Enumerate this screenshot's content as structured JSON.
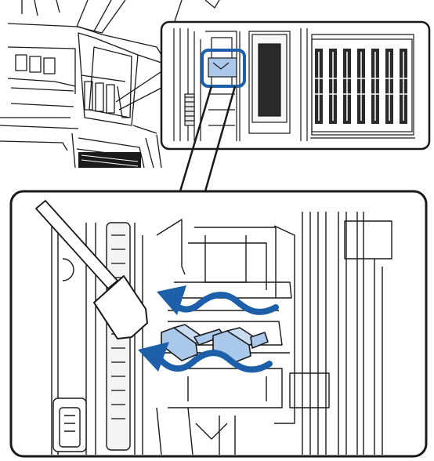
{
  "figure": {
    "kind": "printer maintenance illustration",
    "palette": {
      "line": "#1a1a1a",
      "accent_blue": "#1d5fa8",
      "part_fill": "#a9c8ea",
      "light_gray": "#f2f2f2",
      "mid_gray": "#d8d8d8",
      "dark_gray": "#555555"
    },
    "parts": {
      "printer_overview": "printer-overview",
      "detail_callout": "detail-inset",
      "target_highlight": "highlighted-wiper-slot",
      "zoom_view": "zoom-view",
      "cleaning_stick": "cleaning-stick",
      "wiper_part": "wiper-part",
      "motion_arrows": [
        "wipe-arrow-upper",
        "wipe-arrow-lower"
      ]
    },
    "icons": [
      "cleaning-stick-icon",
      "arrow-icon"
    ]
  }
}
